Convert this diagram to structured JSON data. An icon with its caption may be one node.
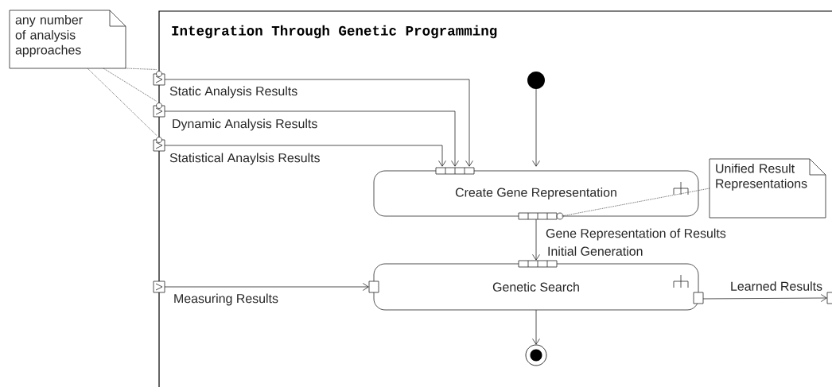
{
  "diagram": {
    "nodes": [
      {
        "text": [
          "Integration Through Genetic Programming"
        ]
      },
      {
        "text": [
          "any number of analysis approaches"
        ]
      },
      {
        "text": [],
        "shape": "box"
      },
      {
        "text": [],
        "shape": "box"
      },
      {
        "text": [],
        "shape": "box"
      },
      {
        "text": [],
        "shape": "circle",
        "in": 0
      },
      {
        "text": [
          "Create Gene Representation"
        ],
        "in": 0
      },
      {
        "text": [
          "Unified Result Representations"
        ],
        "in": 0
      },
      {
        "text": [
          "Genetic Search"
        ],
        "beside": [
          "Initial Generation"
        ],
        "in": 0
      },
      {
        "text": [],
        "shape": "box"
      },
      {
        "text": [],
        "shape": "circle",
        "in": 0
      },
      {
        "text": [],
        "shape": "box"
      }
    ],
    "edges": [
      {
        "from": 2,
        "to": 6,
        "arrow": "to",
        "label": "Static Analysis Results"
      },
      {
        "from": 3,
        "to": 6,
        "arrow": "to",
        "label": "Dynamic Analysis Results"
      },
      {
        "from": 4,
        "to": 6,
        "arrow": "to",
        "label": "Statistical Anaylsis Results"
      },
      {
        "from": 5,
        "to": 6,
        "arrow": "to"
      },
      {
        "from": 6,
        "to": 8,
        "arrow": "to",
        "label": "Gene Representation of Results"
      },
      {
        "from": 9,
        "to": 8,
        "arrow": "to",
        "label": "Measuring Results"
      },
      {
        "from": 8,
        "to": 11,
        "arrow": "to",
        "label": "Learned Results"
      },
      {
        "from": 8,
        "to": 10,
        "arrow": "to"
      },
      {
        "from": 1,
        "to": 2,
        "arrow": "none",
        "style": "dashed"
      },
      {
        "from": 1,
        "to": 3,
        "arrow": "none",
        "style": "dashed"
      },
      {
        "from": 1,
        "to": 4,
        "arrow": "none",
        "style": "dashed"
      },
      {
        "from": 7,
        "to": 6,
        "arrow": "none",
        "style": "dashed"
      }
    ]
  }
}
